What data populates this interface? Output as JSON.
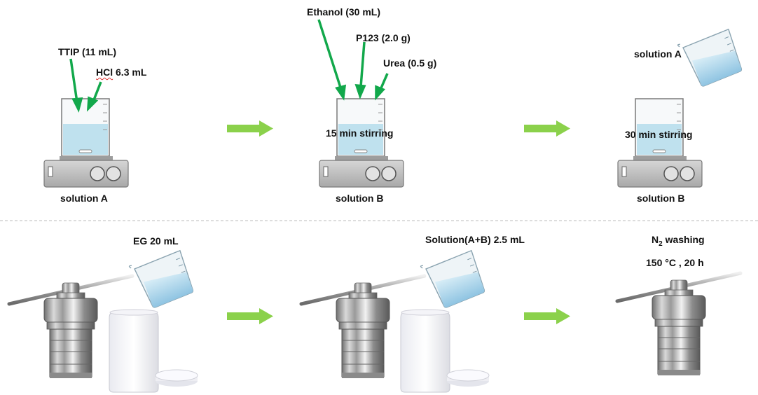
{
  "colors": {
    "arrow_green": "#12a84b",
    "flow_arrow": "#8bd14b",
    "liquid": "#bfe1ee",
    "divider": "#bbbbbb"
  },
  "top": {
    "step1": {
      "reagent1": "TTIP (11 mL)",
      "reagent2_name": "HCl",
      "reagent2_amount": " 6.3 mL",
      "caption": "solution A"
    },
    "step2": {
      "reagent1": "Ethanol (30 mL)",
      "reagent2": "P123 (2.0 g)",
      "reagent3": "Urea (0.5 g)",
      "note": "15 min stirring",
      "caption": "solution B"
    },
    "step3": {
      "pour_label": "solution A",
      "note": "30 min stirring",
      "caption": "solution B"
    }
  },
  "bottom": {
    "step1": {
      "label": "EG 20 mL"
    },
    "step2": {
      "label": "Solution(A+B) 2.5 mL"
    },
    "step3": {
      "label_main": "N",
      "label_sub": "2",
      "label_rest": " washing",
      "condition": "150 °C , 20 h"
    }
  }
}
